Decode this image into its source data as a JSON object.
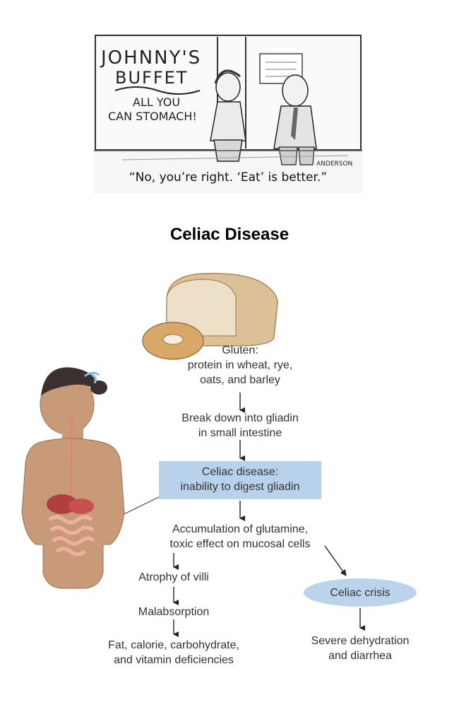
{
  "cartoon": {
    "sign_title": "JOHNNY'S BUFFET",
    "sign_tagline": "ALL YOU CAN STOMACH!",
    "artist_signature": "ANDERSON",
    "caption": "“No, you’re right.  ‘Eat’ is better.”"
  },
  "title": "Celiac Disease",
  "diagram": {
    "gluten_line1": "Gluten:",
    "gluten_line2": "protein in wheat, rye,",
    "gluten_line3": "oats, and barley",
    "breakdown_line1": "Break down into gliadin",
    "breakdown_line2": "in small intestine",
    "celiac_line1": "Celiac disease:",
    "celiac_line2": "inability to digest gliadin",
    "accum_line1": "Accumulation of glutamine,",
    "accum_line2": "toxic effect on mucosal cells",
    "atrophy": "Atrophy of villi",
    "malabsorption": "Malabsorption",
    "deficiency_line1": "Fat, calorie, carbohydrate,",
    "deficiency_line2": "and vitamin deficiencies",
    "crisis": "Celiac crisis",
    "dehydration_line1": "Severe dehydration",
    "dehydration_line2": "and diarrhea"
  },
  "colors": {
    "box_fill": "#b9d2ec",
    "oval_fill": "#bcd3ec",
    "skin": "#c89a78",
    "bread": "#dcc098"
  }
}
